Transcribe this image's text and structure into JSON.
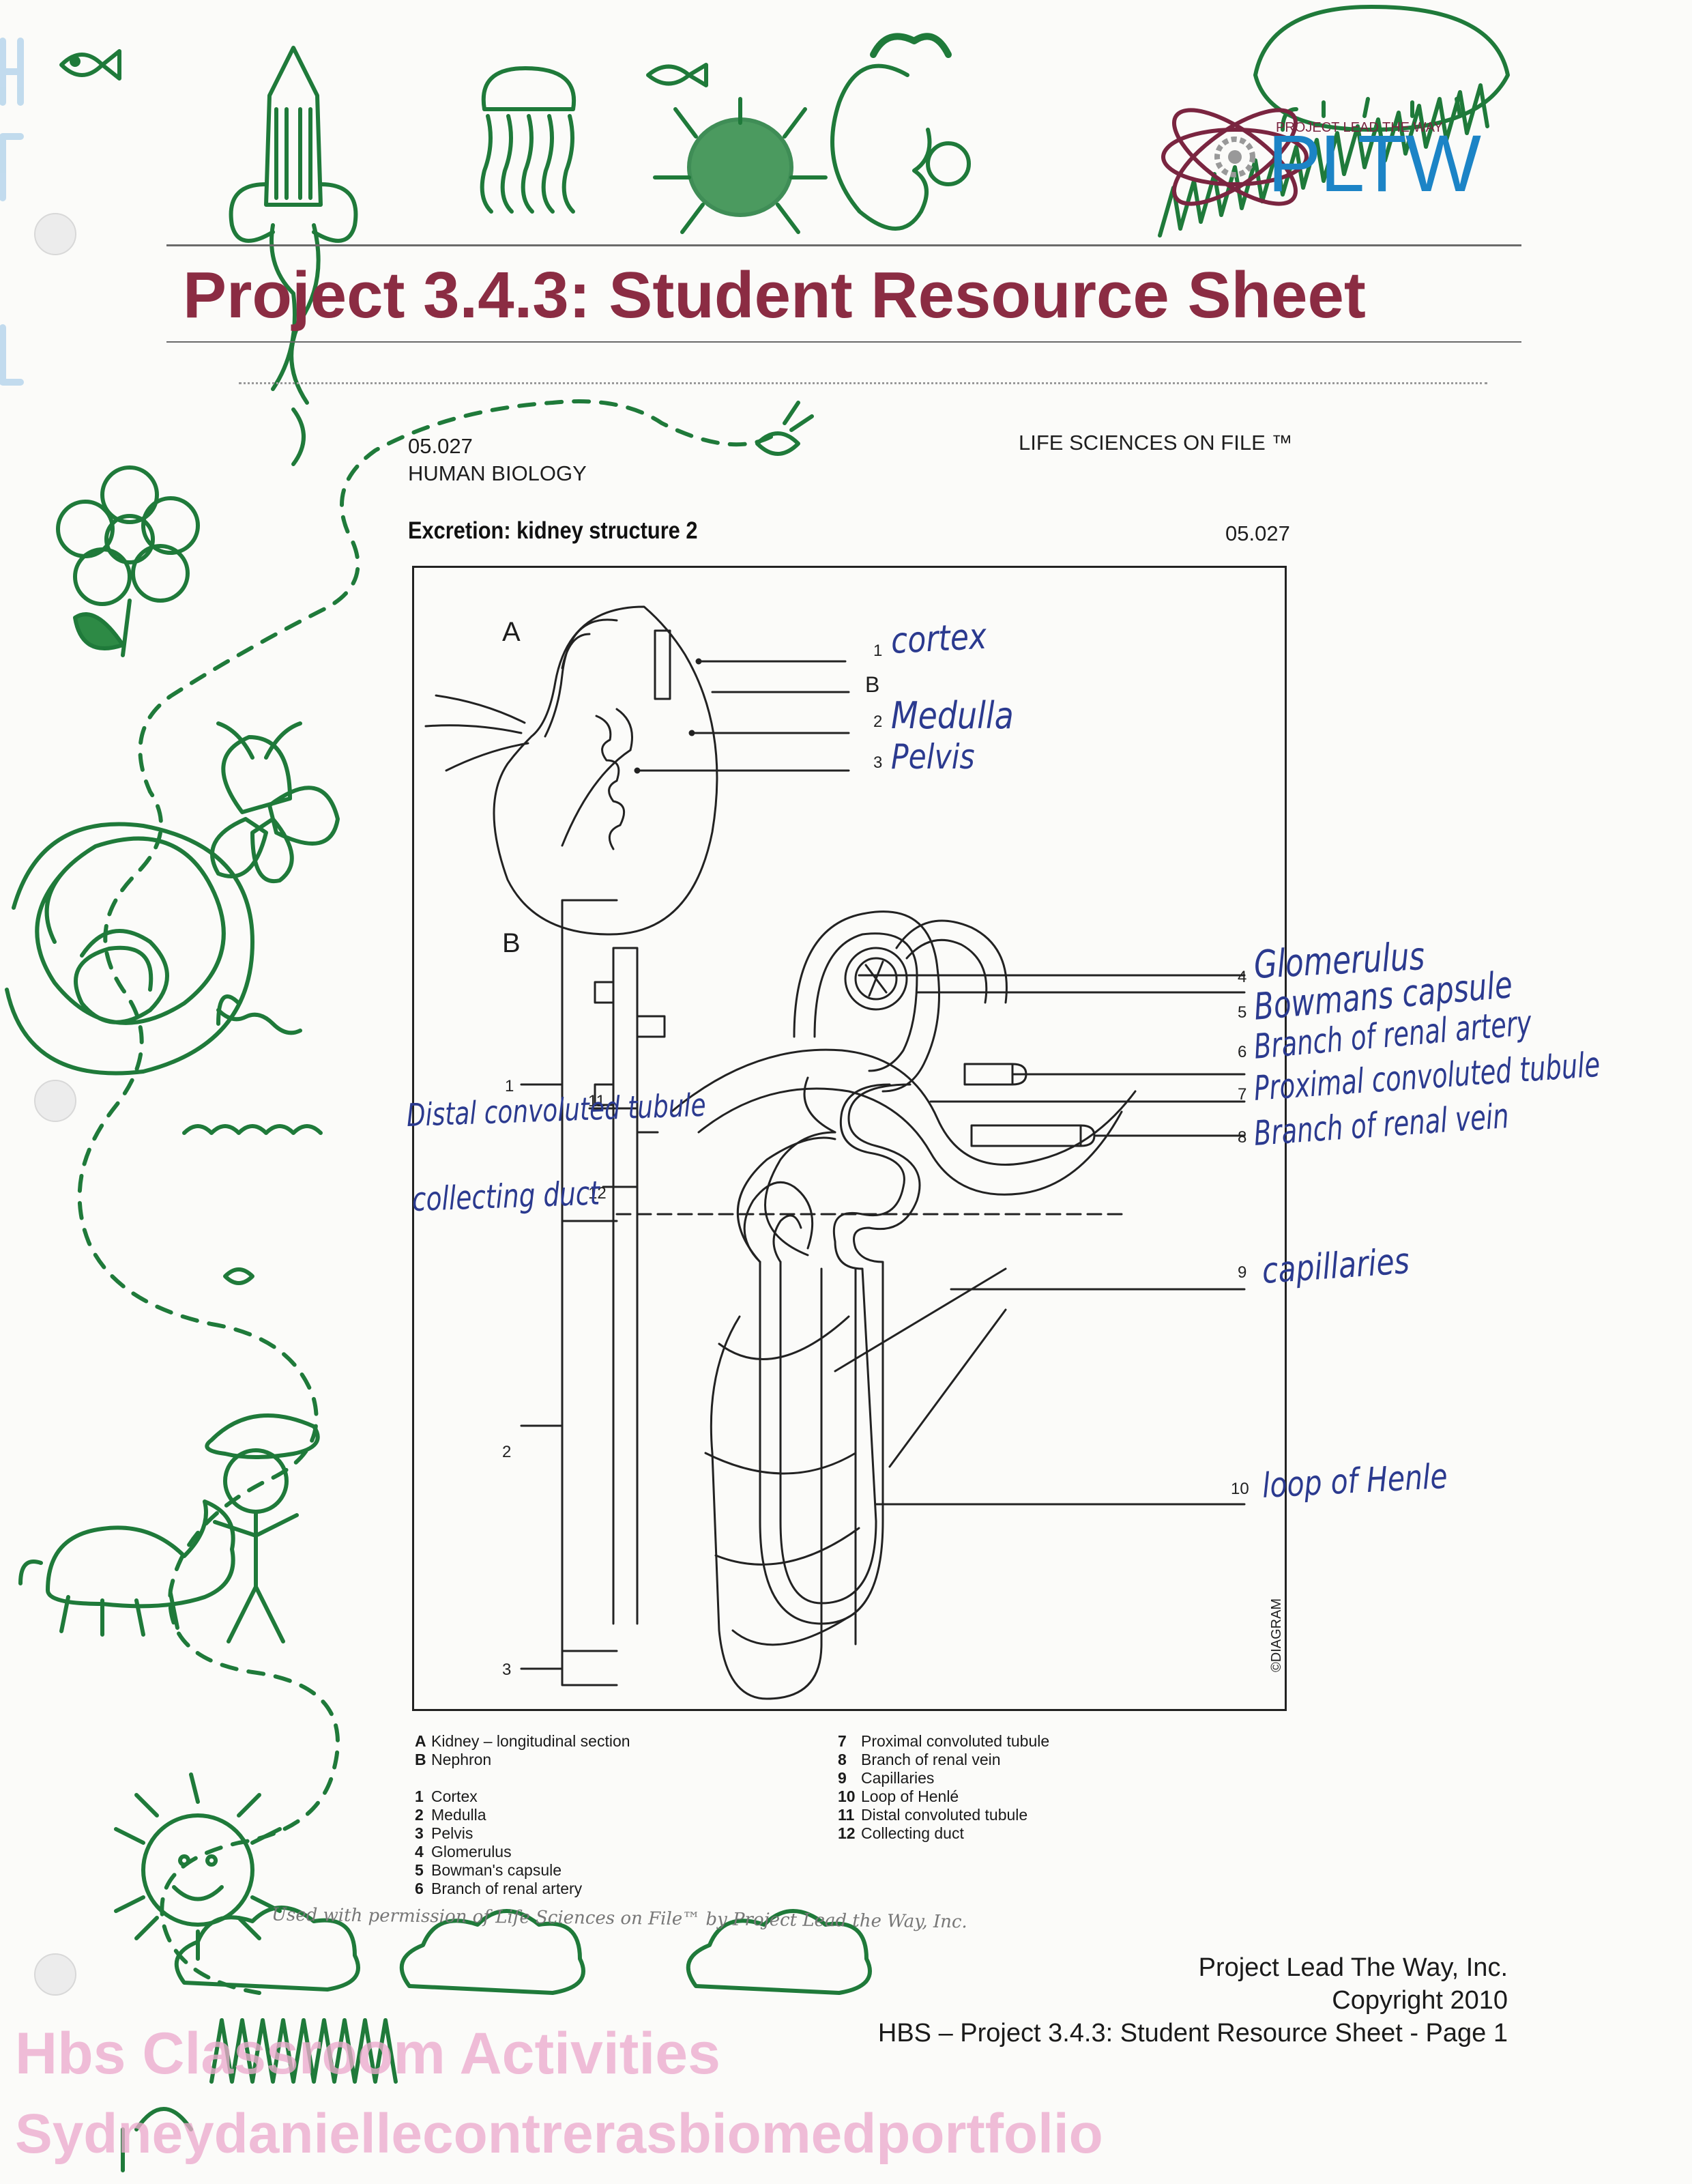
{
  "logo": {
    "tagline": "PROJECT LEAD THE WAY",
    "name": "PLTW"
  },
  "page_title": "Project 3.4.3: Student Resource Sheet",
  "sheet": {
    "code_left": "05.027",
    "subject": "HUMAN BIOLOGY",
    "publisher": "LIFE SCIENCES ON FILE ™",
    "heading": "Excretion: kidney structure 2",
    "code_right": "05.027",
    "copyright_mark": "©DIAGRAM"
  },
  "diagram": {
    "section_a": "A",
    "section_b": "B",
    "inline_b": "B",
    "numbers": [
      "1",
      "2",
      "3",
      "4",
      "5",
      "6",
      "7",
      "8",
      "9",
      "10",
      "11",
      "12"
    ],
    "zone_numbers": [
      "1",
      "2",
      "3"
    ]
  },
  "handwritten_answers": {
    "a1": "cortex",
    "a2": "Medulla",
    "a3": "Pelvis",
    "a4": "Glomerulus",
    "a5": "Bowmans capsule",
    "a6": "Branch of renal artery",
    "a7": "Proximal convoluted tubule",
    "a8": "Branch of renal vein",
    "a9": "capillaries",
    "a10": "loop of Henle",
    "a11": "Distal convoluted tubule",
    "a12": "collecting duct"
  },
  "legend": {
    "left": [
      {
        "key": "A",
        "text": "Kidney – longitudinal section"
      },
      {
        "key": "B",
        "text": "Nephron"
      },
      {
        "key": "1",
        "text": "Cortex"
      },
      {
        "key": "2",
        "text": "Medulla"
      },
      {
        "key": "3",
        "text": "Pelvis"
      },
      {
        "key": "4",
        "text": "Glomerulus"
      },
      {
        "key": "5",
        "text": "Bowman's capsule"
      },
      {
        "key": "6",
        "text": "Branch of renal artery"
      }
    ],
    "right": [
      {
        "key": "7",
        "text": "Proximal convoluted tubule"
      },
      {
        "key": "8",
        "text": "Branch of renal vein"
      },
      {
        "key": "9",
        "text": "Capillaries"
      },
      {
        "key": "10",
        "text": "Loop of Henlé"
      },
      {
        "key": "11",
        "text": "Distal convoluted tubule"
      },
      {
        "key": "12",
        "text": "Collecting duct"
      }
    ]
  },
  "permission_note": "Used with permission of Life Sciences on File™ by Project Lead the Way, Inc.",
  "footer": {
    "line1": "Project Lead The Way, Inc.",
    "line2": "Copyright 2010",
    "line3": "HBS – Project 3.4.3: Student Resource Sheet - Page 1"
  },
  "watermark": {
    "line1": "Hbs Classroom Activities",
    "line2": "Sydneydaniellecontrerasbiomedportfolio"
  },
  "colors": {
    "title": "#8b2c43",
    "doodle_green": "#1f7a3a",
    "handwriting_blue": "#2b3a8f",
    "watermark_pink": "#ecaacd",
    "logo_blue": "#1c84c6",
    "logo_maroon": "#7a2540"
  }
}
